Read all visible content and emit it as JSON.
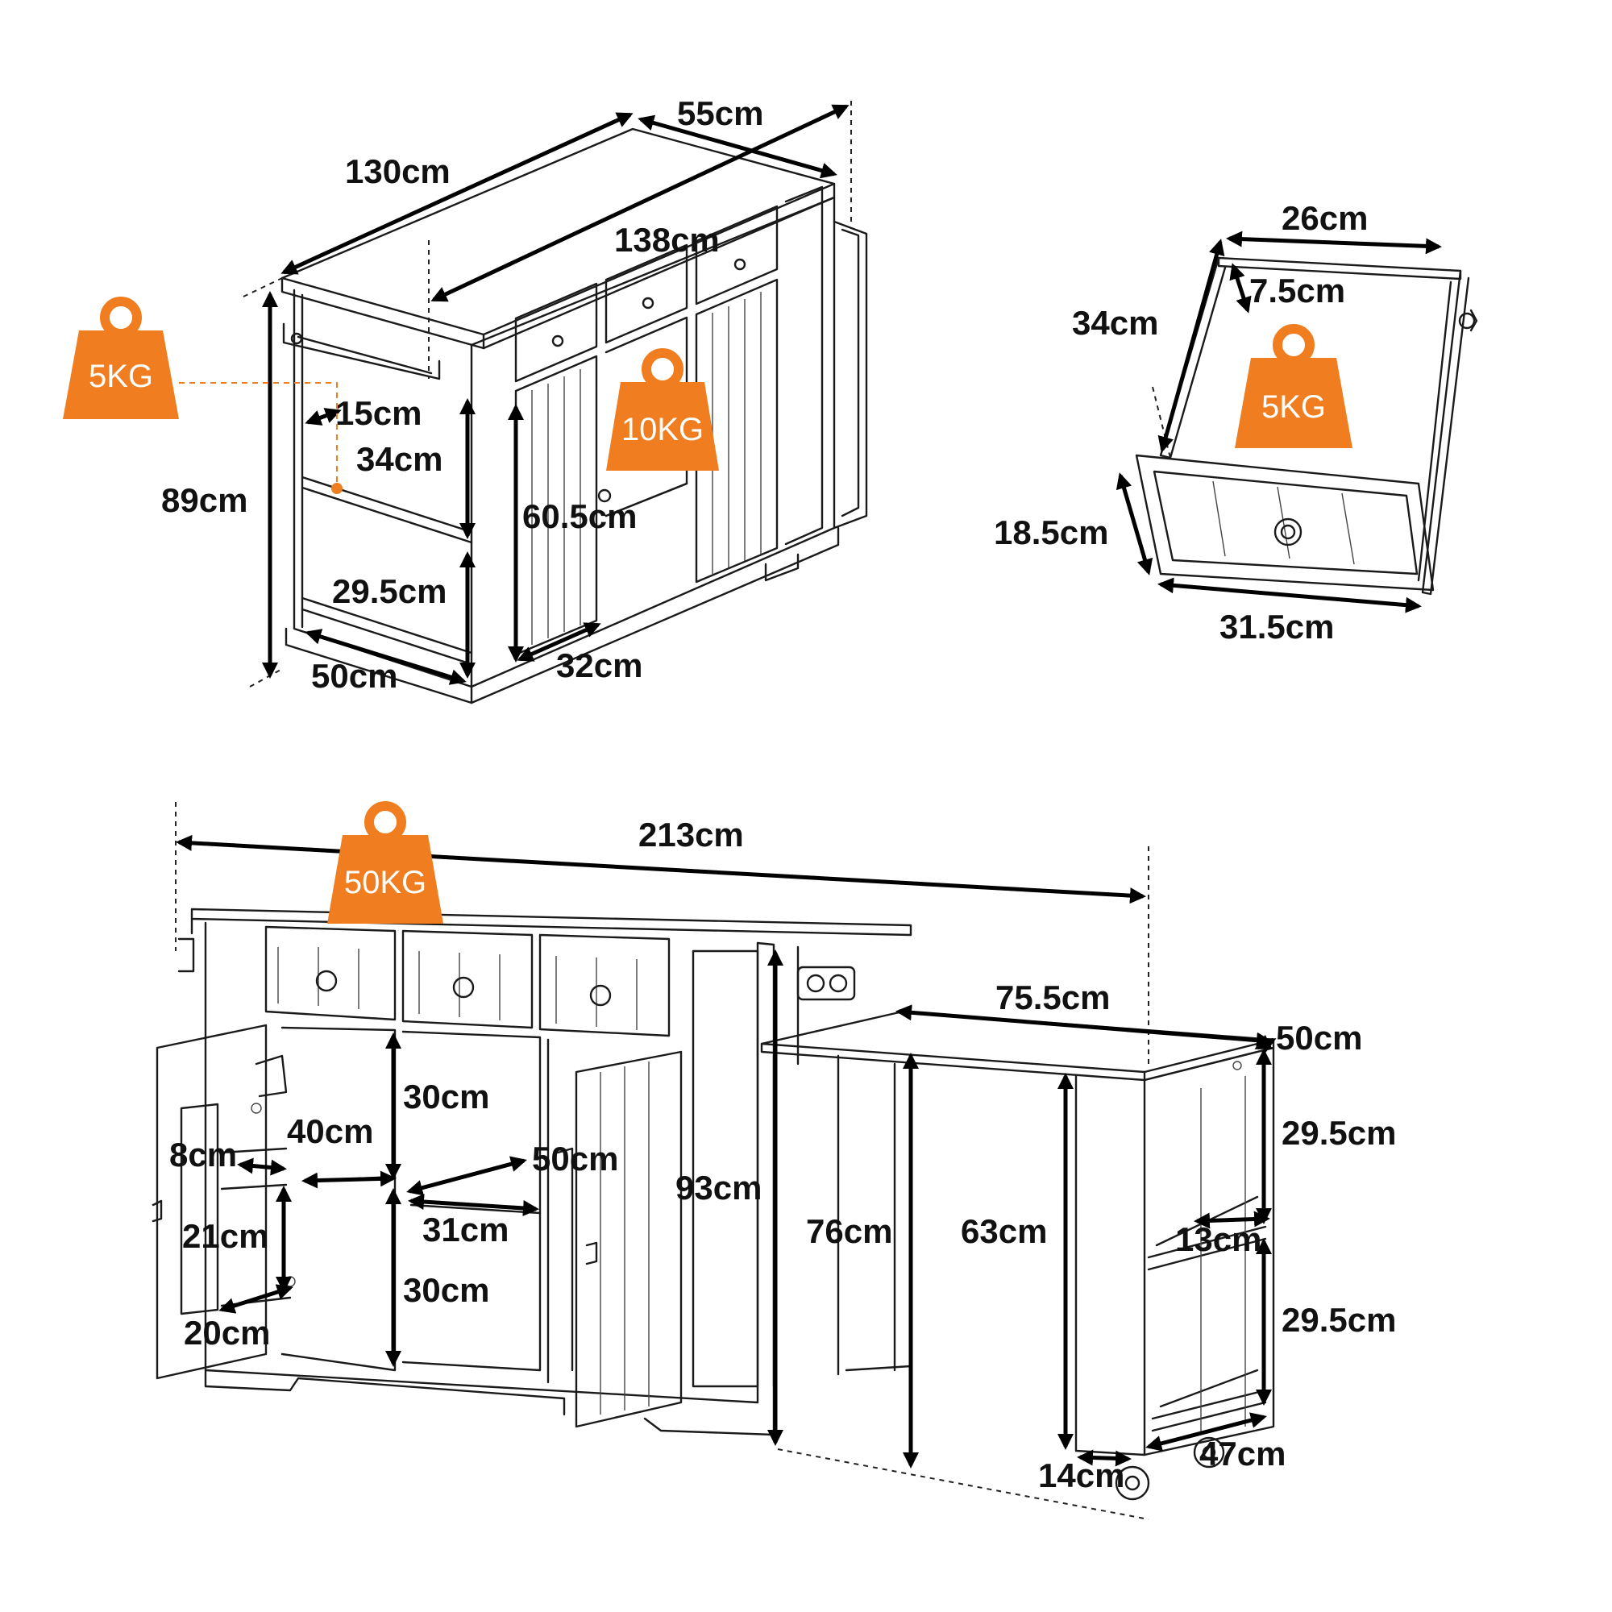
{
  "colors": {
    "accent": "#f07d1f",
    "line": "#1a1a1a"
  },
  "icons": {
    "weight": "weight-icon",
    "knob": "knob-icon",
    "caster": "caster-wheel-icon",
    "socket": "power-socket-icon"
  },
  "weights": {
    "towel_bar": "5KG",
    "cabinet": "10KG",
    "drawer": "5KG",
    "top": "50KG"
  },
  "top_view": {
    "length": "130cm",
    "depth": "55cm",
    "extended_length": "138cm",
    "height": "89cm",
    "side_shelf_depth": "15cm",
    "upper_shelf_height": "34cm",
    "lower_shelf_height": "29.5cm",
    "side_width": "50cm",
    "door_cabinet_height": "60.5cm",
    "door_cabinet_width": "32cm"
  },
  "drawer_view": {
    "width": "26cm",
    "inner_height": "7.5cm",
    "depth": "34cm",
    "front_height": "18.5cm",
    "front_width": "31.5cm"
  },
  "front_view": {
    "total_length": "213cm",
    "extension_length": "75.5cm",
    "extension_depth": "50cm",
    "cabinet_upper_height": "30cm",
    "cabinet_lower_height": "30cm",
    "cabinet_shelf_depth": "40cm",
    "cabinet_depth": "50cm",
    "cabinet_width": "31cm",
    "rack_depth": "8cm",
    "rack_height": "21cm",
    "rack_width": "20cm",
    "island_height": "93cm",
    "table_height": "76cm",
    "leg_clearance": "63cm",
    "shelf_upper": "29.5cm",
    "shelf_lower": "29.5cm",
    "shelf_gap": "13cm",
    "base_height": "14cm",
    "base_width": "47cm"
  }
}
